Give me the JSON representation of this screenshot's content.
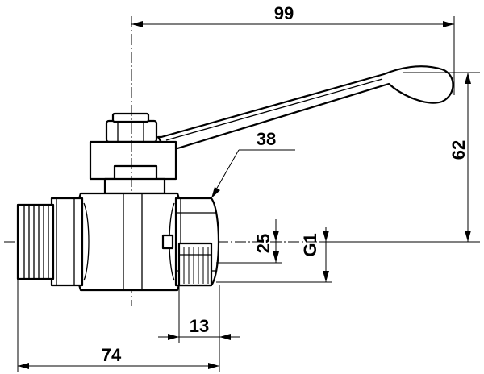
{
  "dimensions": {
    "handle_length": "99",
    "handle_height": "62",
    "hex_size": "38",
    "inner_thread_depth": "25",
    "thread_size": "G1",
    "thread_length": "13",
    "overall_length": "74"
  }
}
